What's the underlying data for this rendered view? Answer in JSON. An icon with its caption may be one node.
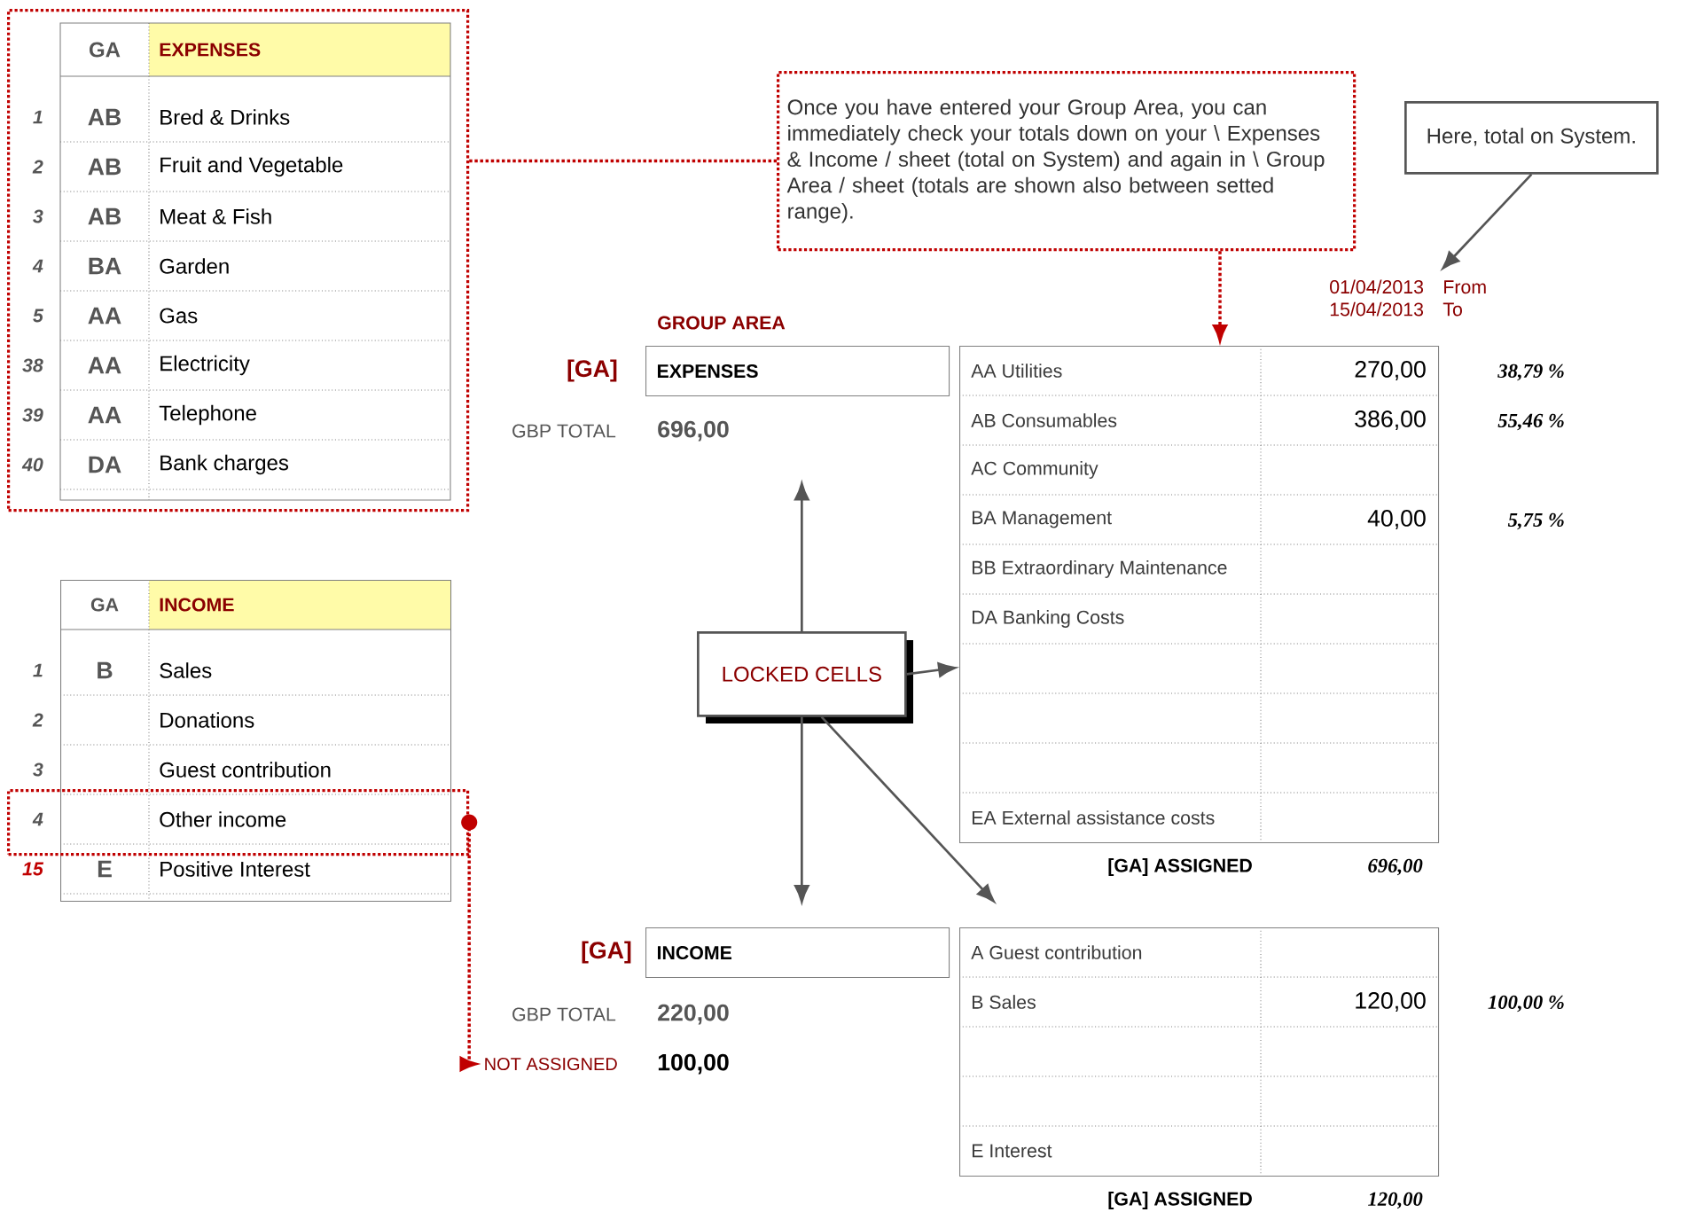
{
  "diagram": {
    "nodes": [
      {
        "text": [
          "GA",
          "EXPENSES",
          "1",
          "AB",
          "Bred & Drinks",
          "2",
          "AB",
          "Fruit and Vegetable",
          "3",
          "AB",
          "Meat & Fish",
          "4",
          "BA",
          "Garden",
          "5",
          "AA",
          "Gas",
          "38",
          "AA",
          "Electricity",
          "39",
          "AA",
          "Telephone",
          "40",
          "DA",
          "Bank charges"
        ]
      },
      {
        "text": [
          "Once you have entered your Group Area, you can immediately check your totals down on your \\ Expenses & Income / sheet (total on System) and again in \\ Group Area / sheet (totals are shown also between setted range)."
        ]
      },
      {
        "text": [
          "Here, total on System."
        ]
      },
      {
        "text": [
          "01/04/2013",
          "From",
          "15/04/2013",
          "To"
        ]
      },
      {
        "text": [
          "EXPENSES"
        ]
      },
      {
        "text": [
          "AA Utilities",
          "270,00",
          "AB Consumables",
          "386,00",
          "AC Community",
          "BA Management",
          "40,00",
          "BB Extraordinary Maintenance",
          "DA Banking Costs",
          "EA External assistance costs"
        ]
      },
      {
        "text": [
          "696,00"
        ]
      },
      {
        "text": [
          "LOCKED CELLS"
        ]
      },
      {
        "text": [
          "INCOME"
        ]
      },
      {
        "text": [
          "A Guest contribution",
          "B Sales",
          "120,00",
          "E Interest"
        ]
      },
      {
        "text": [
          "GA",
          "INCOME",
          "B",
          "Sales",
          "Donations",
          "Guest contribution",
          "E",
          "Positive Interest"
        ]
      },
      {
        "text": [
          "4",
          "Other income"
        ]
      },
      {
        "text": [
          "NOT ASSIGNED"
        ]
      }
    ],
    "edges": [
      {
        "from": 0,
        "to": 1,
        "arrow": "none",
        "style": "dashed",
        "color": "#c00000"
      },
      {
        "from": 1,
        "to": 5,
        "arrow": "to",
        "style": "dashed",
        "color": "#c00000"
      },
      {
        "from": 2,
        "to": 3,
        "arrow": "to"
      },
      {
        "from": 7,
        "to": 6,
        "arrow": "to"
      },
      {
        "from": 7,
        "to": 5,
        "arrow": "to"
      },
      {
        "from": 7,
        "to": 8,
        "arrow": "to"
      },
      {
        "from": 7,
        "to": 9,
        "arrow": "to"
      },
      {
        "from": 11,
        "to": 12,
        "arrow": "to",
        "style": "dashed",
        "color": "#c00000"
      }
    ],
    "labels": [
      "GROUP AREA",
      "[GA]",
      "GBP TOTAL",
      "38,79 %",
      "55,46 %",
      "5,75 %",
      "1",
      "2",
      "3",
      "15",
      "[GA] ASSIGNED",
      "696,00",
      "[GA]",
      "GBP TOTAL",
      "220,00",
      "100,00",
      "100,00 %",
      "[GA] ASSIGNED",
      "120,00"
    ]
  }
}
